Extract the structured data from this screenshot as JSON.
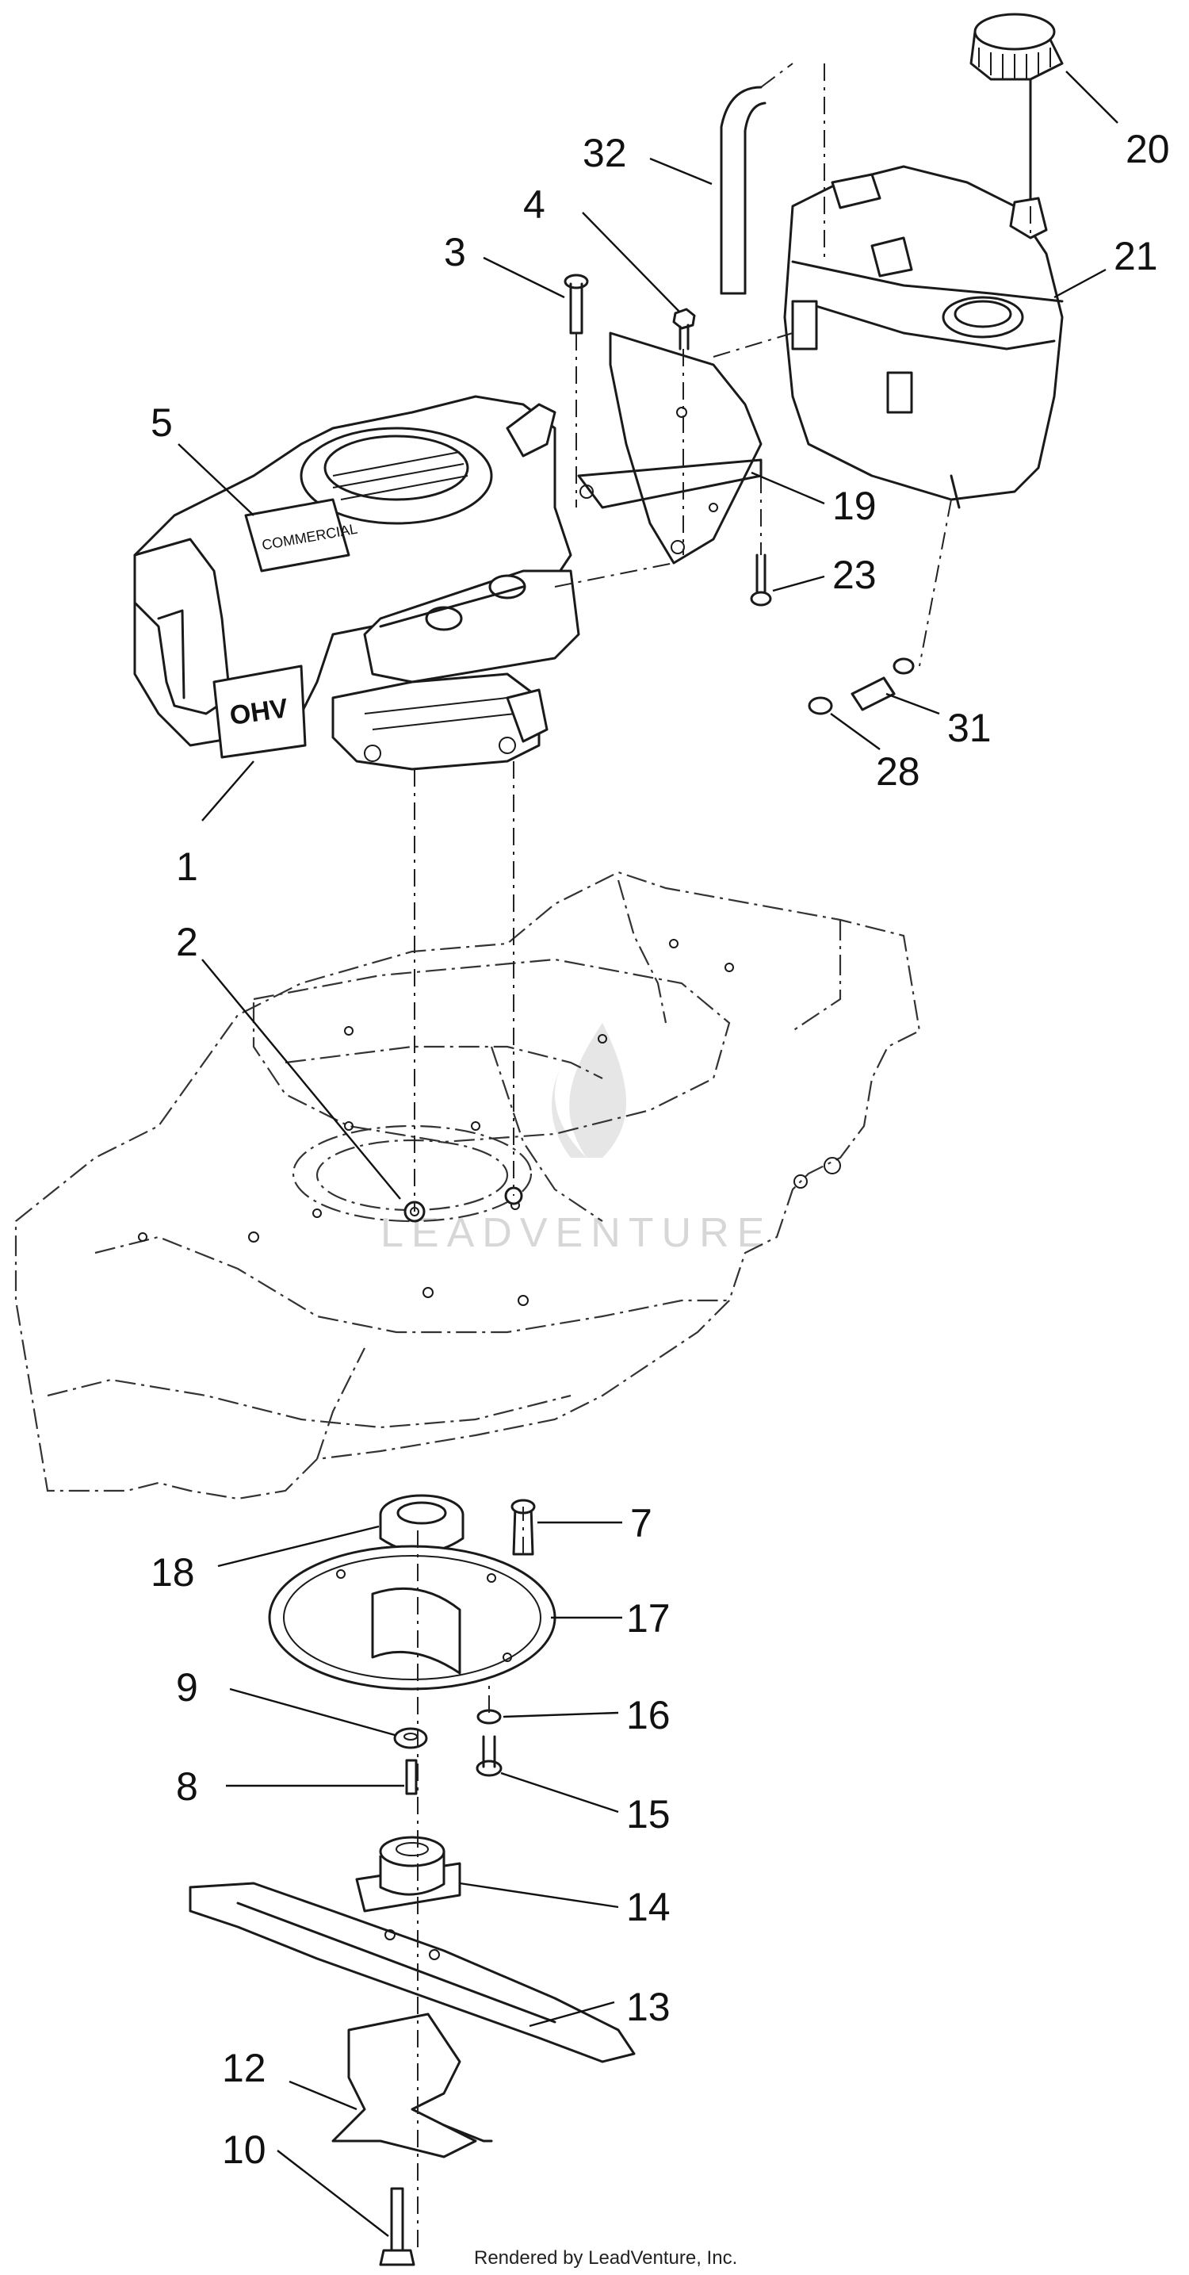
{
  "callouts": [
    {
      "id": "1",
      "label": "1"
    },
    {
      "id": "2",
      "label": "2"
    },
    {
      "id": "3",
      "label": "3"
    },
    {
      "id": "4",
      "label": "4"
    },
    {
      "id": "5",
      "label": "5"
    },
    {
      "id": "7",
      "label": "7"
    },
    {
      "id": "8",
      "label": "8"
    },
    {
      "id": "9",
      "label": "9"
    },
    {
      "id": "10",
      "label": "10"
    },
    {
      "id": "12",
      "label": "12"
    },
    {
      "id": "13",
      "label": "13"
    },
    {
      "id": "14",
      "label": "14"
    },
    {
      "id": "15",
      "label": "15"
    },
    {
      "id": "16",
      "label": "16"
    },
    {
      "id": "17",
      "label": "17"
    },
    {
      "id": "18",
      "label": "18"
    },
    {
      "id": "19",
      "label": "19"
    },
    {
      "id": "20",
      "label": "20"
    },
    {
      "id": "21",
      "label": "21"
    },
    {
      "id": "23",
      "label": "23"
    },
    {
      "id": "28",
      "label": "28"
    },
    {
      "id": "31",
      "label": "31"
    },
    {
      "id": "32",
      "label": "32"
    }
  ],
  "engine_markings": {
    "badge": "OHV",
    "decal": "COMMERCIAL"
  },
  "watermark": "LEADVENTURE",
  "credit": "Rendered by LeadVenture, Inc."
}
